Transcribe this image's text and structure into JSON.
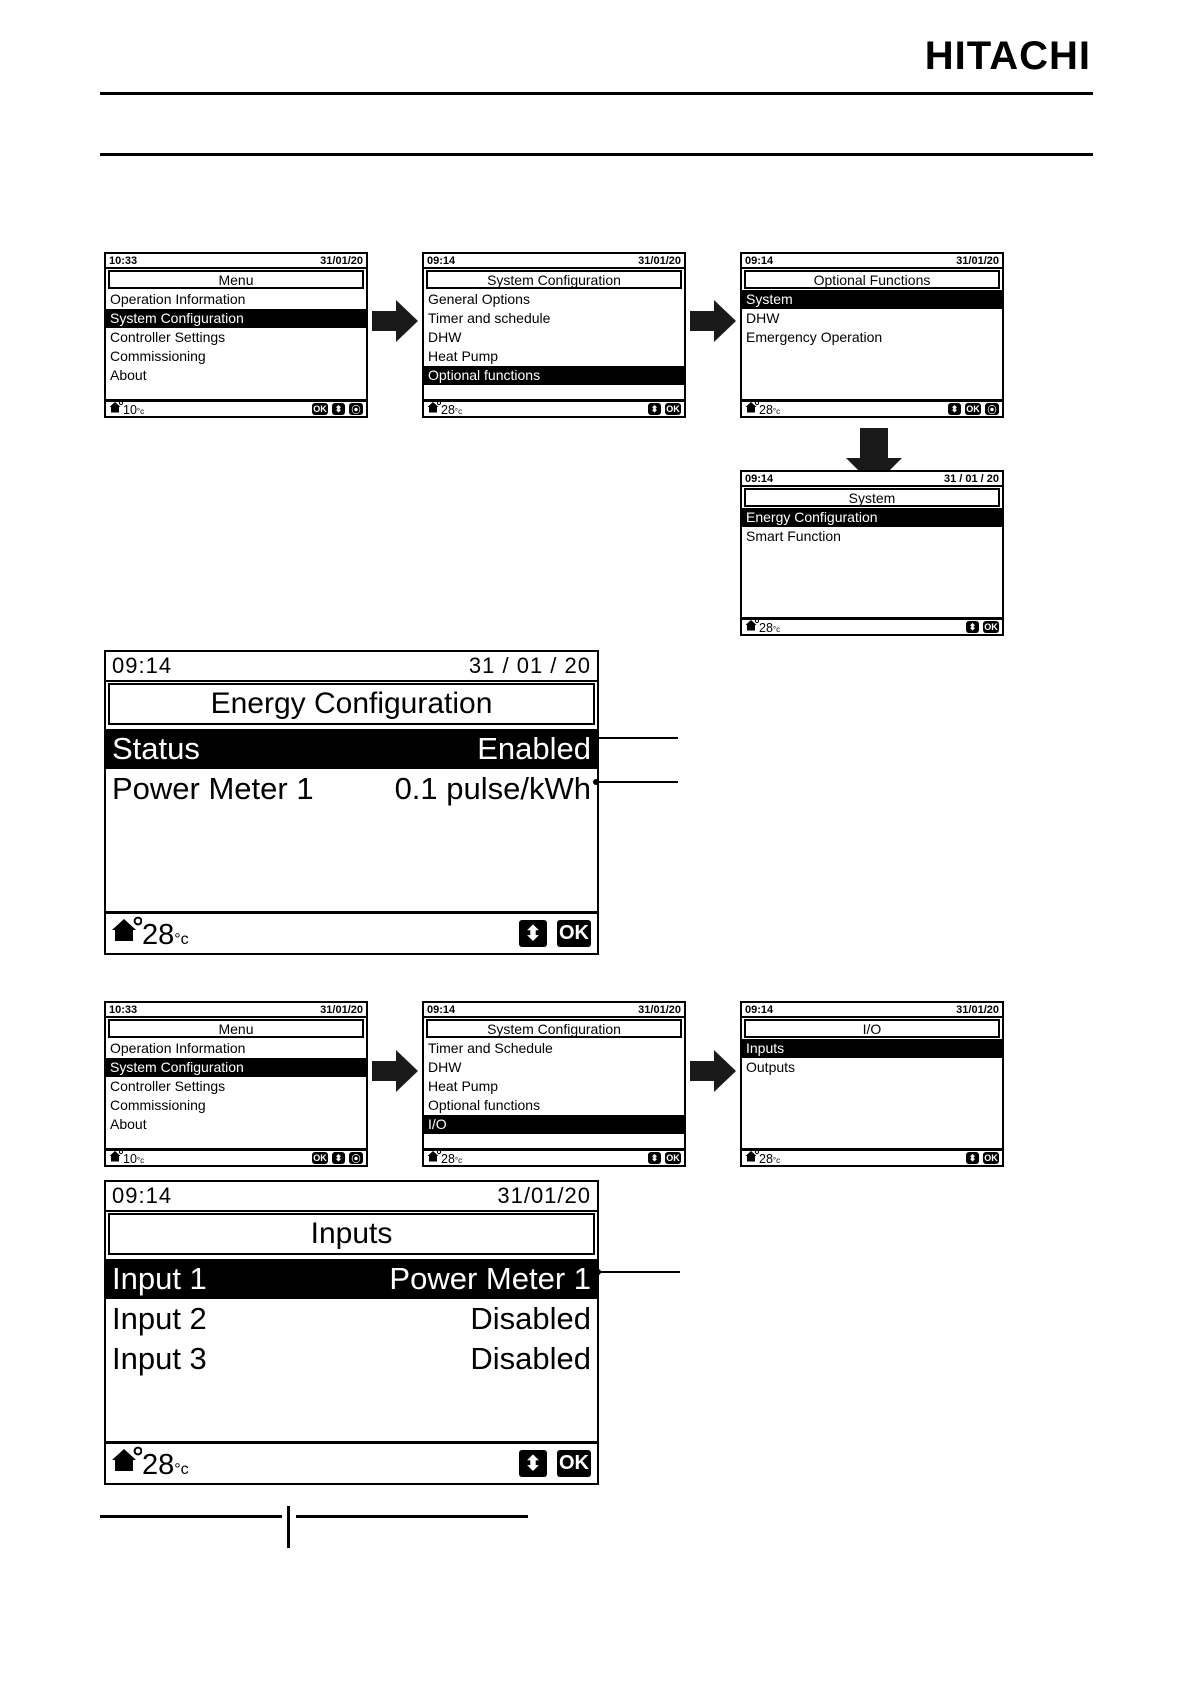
{
  "page": {
    "brand": "HITACHI"
  },
  "screens": {
    "menu_1": {
      "name": "menu-screen-1",
      "time": "10:33",
      "date": "31/01/20",
      "title": "Menu",
      "items": [
        {
          "label": "Operation Information",
          "value": "",
          "selected": false
        },
        {
          "label": "System Configuration",
          "value": "",
          "selected": true
        },
        {
          "label": "Controller Settings",
          "value": "",
          "selected": false
        },
        {
          "label": "Commissioning",
          "value": "",
          "selected": false
        },
        {
          "label": "About",
          "value": "",
          "selected": false
        }
      ],
      "status": {
        "temp": "10",
        "unit": "°c",
        "icons": [
          "ok-chip",
          "updown-chip",
          "share-chip"
        ],
        "ok_label": "OK"
      }
    },
    "sysconfig_1": {
      "name": "system-configuration-screen-1",
      "time": "09:14",
      "date": "31/01/20",
      "title": "System Configuration",
      "items": [
        {
          "label": "General Options",
          "value": "",
          "selected": false
        },
        {
          "label": "Timer and schedule",
          "value": "",
          "selected": false
        },
        {
          "label": "DHW",
          "value": "",
          "selected": false
        },
        {
          "label": "Heat Pump",
          "value": "",
          "selected": false
        },
        {
          "label": "Optional functions",
          "value": "",
          "selected": true
        }
      ],
      "status": {
        "temp": "28",
        "unit": "°c",
        "icons": [
          "updown-chip",
          "ok-chip"
        ],
        "ok_label": "OK"
      }
    },
    "optional_functions": {
      "name": "optional-functions-screen",
      "time": "09:14",
      "date": "31/01/20",
      "title": "Optional Functions",
      "items": [
        {
          "label": "System",
          "value": "",
          "selected": true
        },
        {
          "label": "DHW",
          "value": "",
          "selected": false
        },
        {
          "label": "Emergency Operation",
          "value": "",
          "selected": false
        }
      ],
      "status": {
        "temp": "28",
        "unit": "°c",
        "icons": [
          "updown-chip",
          "ok-chip",
          "share-chip"
        ],
        "ok_label": "OK"
      }
    },
    "system": {
      "name": "system-screen",
      "time": "09:14",
      "date": "31 / 01 / 20",
      "title": "System",
      "items": [
        {
          "label": "Energy Configuration",
          "value": "",
          "selected": true
        },
        {
          "label": "Smart Function",
          "value": "",
          "selected": false
        }
      ],
      "status": {
        "temp": "28",
        "unit": "°c",
        "icons": [
          "updown-chip",
          "ok-chip"
        ],
        "ok_label": "OK"
      }
    },
    "energy_configuration": {
      "name": "energy-configuration-screen",
      "time": "09:14",
      "date": "31 / 01 / 20",
      "title": "Energy Configuration",
      "items": [
        {
          "label": "Status",
          "value": "Enabled",
          "selected": true
        },
        {
          "label": "Power Meter 1",
          "value": "0.1 pulse/kWh",
          "selected": false
        }
      ],
      "status": {
        "temp": "28",
        "unit": "°c",
        "icons": [
          "updown-chip",
          "ok-chip"
        ],
        "ok_label": "OK"
      }
    },
    "menu_2": {
      "name": "menu-screen-2",
      "time": "10:33",
      "date": "31/01/20",
      "title": "Menu",
      "items": [
        {
          "label": "Operation Information",
          "value": "",
          "selected": false
        },
        {
          "label": "System Configuration",
          "value": "",
          "selected": true
        },
        {
          "label": "Controller Settings",
          "value": "",
          "selected": false
        },
        {
          "label": "Commissioning",
          "value": "",
          "selected": false
        },
        {
          "label": "About",
          "value": "",
          "selected": false
        }
      ],
      "status": {
        "temp": "10",
        "unit": "°c",
        "icons": [
          "ok-chip",
          "updown-chip",
          "share-chip"
        ],
        "ok_label": "OK"
      }
    },
    "sysconfig_2": {
      "name": "system-configuration-screen-2",
      "time": "09:14",
      "date": "31/01/20",
      "title": "System Configuration",
      "items": [
        {
          "label": "Timer and Schedule",
          "value": "",
          "selected": false
        },
        {
          "label": "DHW",
          "value": "",
          "selected": false
        },
        {
          "label": "Heat Pump",
          "value": "",
          "selected": false
        },
        {
          "label": "Optional functions",
          "value": "",
          "selected": false
        },
        {
          "label": "I/O",
          "value": "",
          "selected": true
        }
      ],
      "status": {
        "temp": "28",
        "unit": "°c",
        "icons": [
          "updown-chip",
          "ok-chip"
        ],
        "ok_label": "OK"
      }
    },
    "io": {
      "name": "io-screen",
      "time": "09:14",
      "date": "31/01/20",
      "title": "I/O",
      "items": [
        {
          "label": "Inputs",
          "value": "",
          "selected": true
        },
        {
          "label": "Outputs",
          "value": "",
          "selected": false
        }
      ],
      "status": {
        "temp": "28",
        "unit": "°c",
        "icons": [
          "updown-chip",
          "ok-chip"
        ],
        "ok_label": "OK"
      }
    },
    "inputs": {
      "name": "inputs-screen",
      "time": "09:14",
      "date": "31/01/20",
      "title": "Inputs",
      "items": [
        {
          "label": "Input 1",
          "value": "Power Meter 1",
          "selected": true
        },
        {
          "label": "Input 2",
          "value": "Disabled",
          "selected": false
        },
        {
          "label": "Input 3",
          "value": "Disabled",
          "selected": false
        }
      ],
      "status": {
        "temp": "28",
        "unit": "°c",
        "icons": [
          "updown-chip",
          "ok-chip"
        ],
        "ok_label": "OK"
      }
    }
  }
}
